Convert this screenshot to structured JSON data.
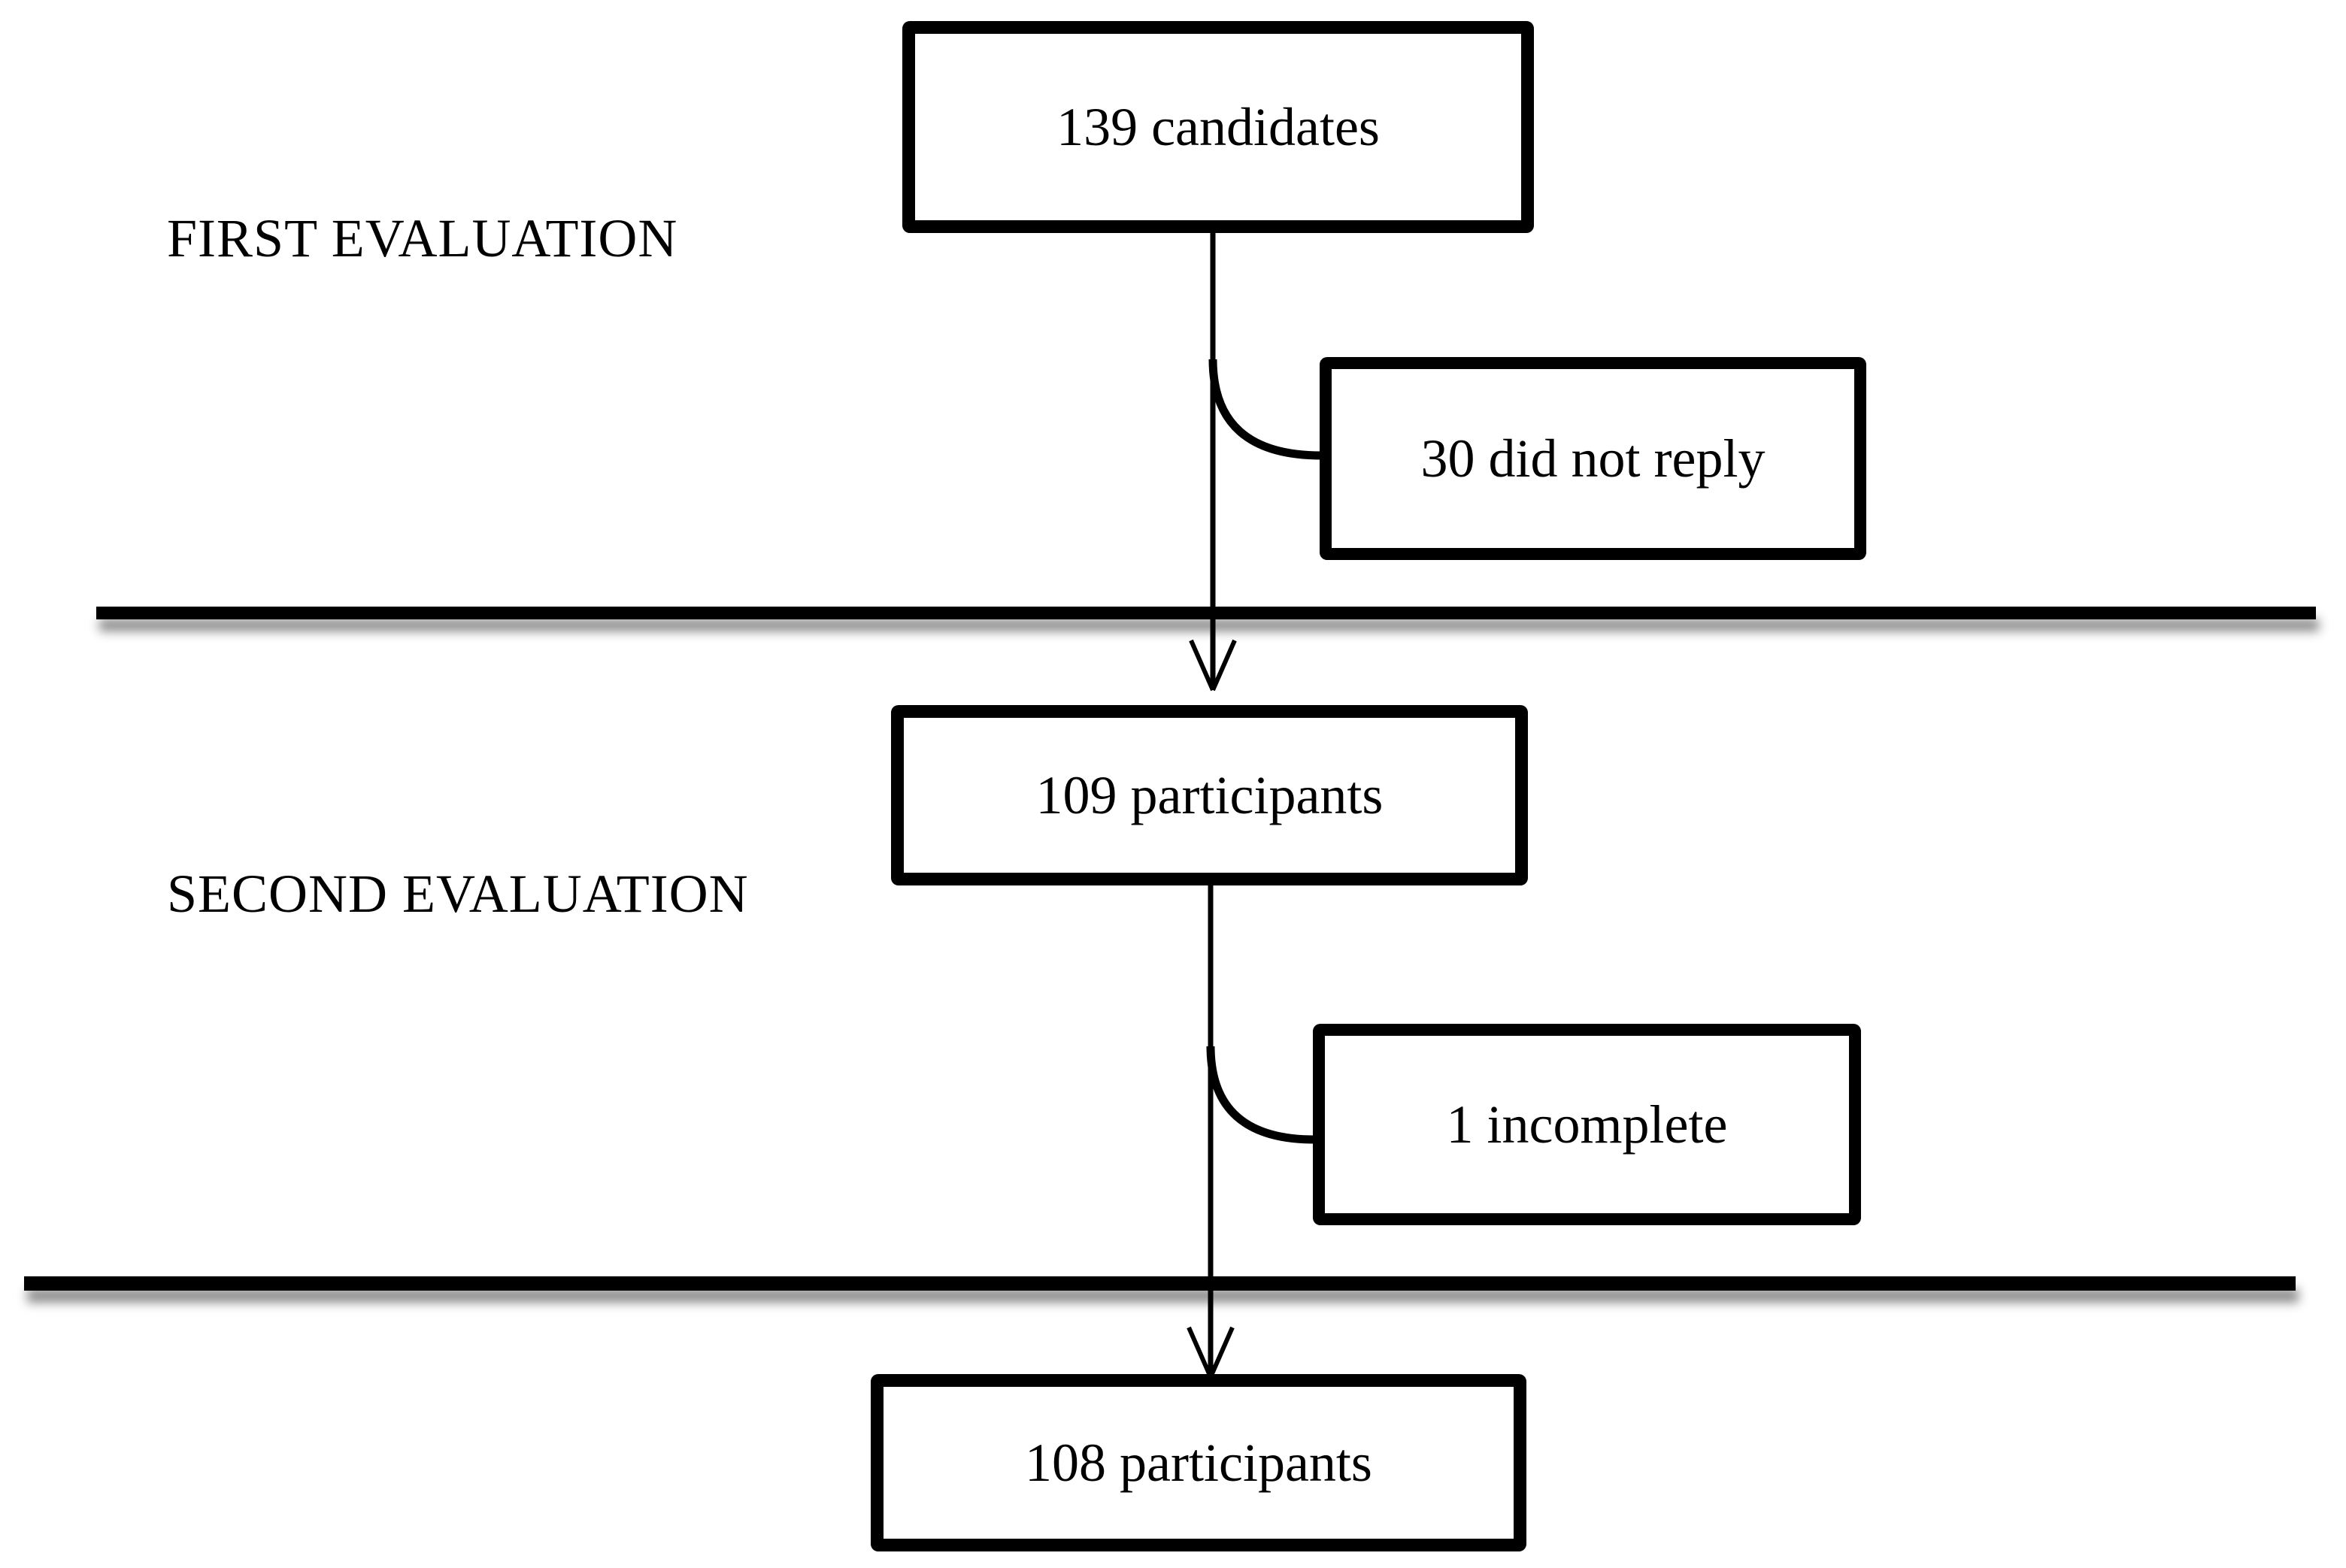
{
  "figure": {
    "background_color": "#ffffff",
    "ink_color": "#000000",
    "phases": [
      {
        "label": "FIRST EVALUATION"
      },
      {
        "label": "SECOND EVALUATION"
      }
    ],
    "boxes": {
      "candidates": "139 candidates",
      "not_replied": "30 did not reply",
      "participants_second": "109 participants",
      "incomplete": "1 incomplete",
      "participants_final": "108 participants"
    },
    "flow": [
      {
        "from": "139 candidates",
        "branch_excluded": "30 did not reply",
        "to": "109 participants"
      },
      {
        "from": "109 participants",
        "branch_excluded": "1 incomplete",
        "to": "108 participants"
      }
    ]
  }
}
